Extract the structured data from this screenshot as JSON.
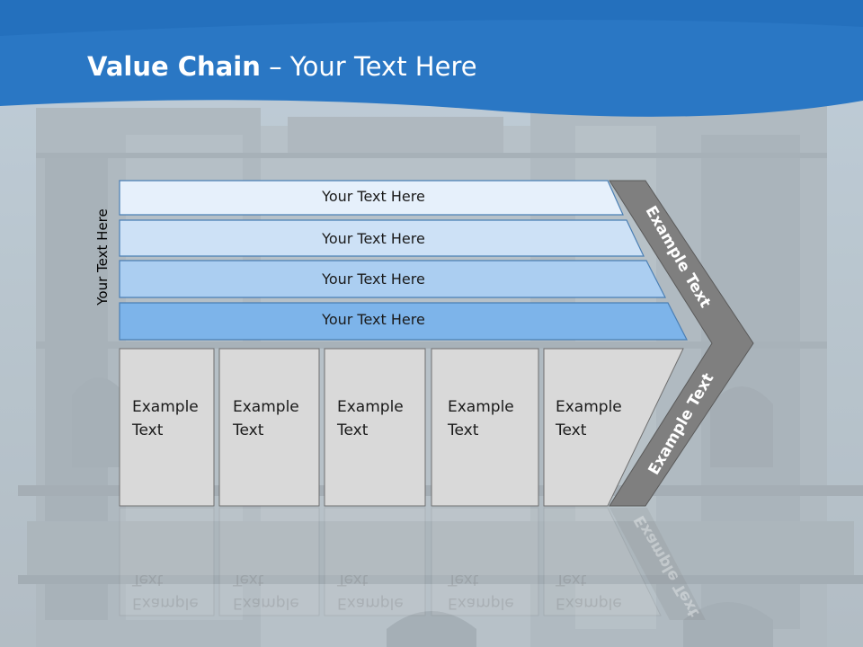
{
  "slide": {
    "title_bold": "Value Chain",
    "title_rest": " – Your Text Here",
    "side_label": "Your Text Here"
  },
  "rows": [
    {
      "label": "Your Text Here",
      "fill": "#e6f0fb"
    },
    {
      "label": "Your Text Here",
      "fill": "#cde1f6"
    },
    {
      "label": "Your Text Here",
      "fill": "#abcef1"
    },
    {
      "label": "Your Text Here",
      "fill": "#7db4ea"
    }
  ],
  "boxes": [
    {
      "line1": "Example",
      "line2": "Text"
    },
    {
      "line1": "Example",
      "line2": "Text"
    },
    {
      "line1": "Example",
      "line2": "Text"
    },
    {
      "line1": "Example",
      "line2": "Text"
    },
    {
      "line1": "Example",
      "line2": "Text"
    }
  ],
  "arrow": {
    "top_label": "Example Text",
    "bottom_label": "Example Text",
    "fill": "#7f7f7f"
  },
  "colors": {
    "header_blue": "#2a77c4",
    "box_fill": "#d9d9d9"
  }
}
